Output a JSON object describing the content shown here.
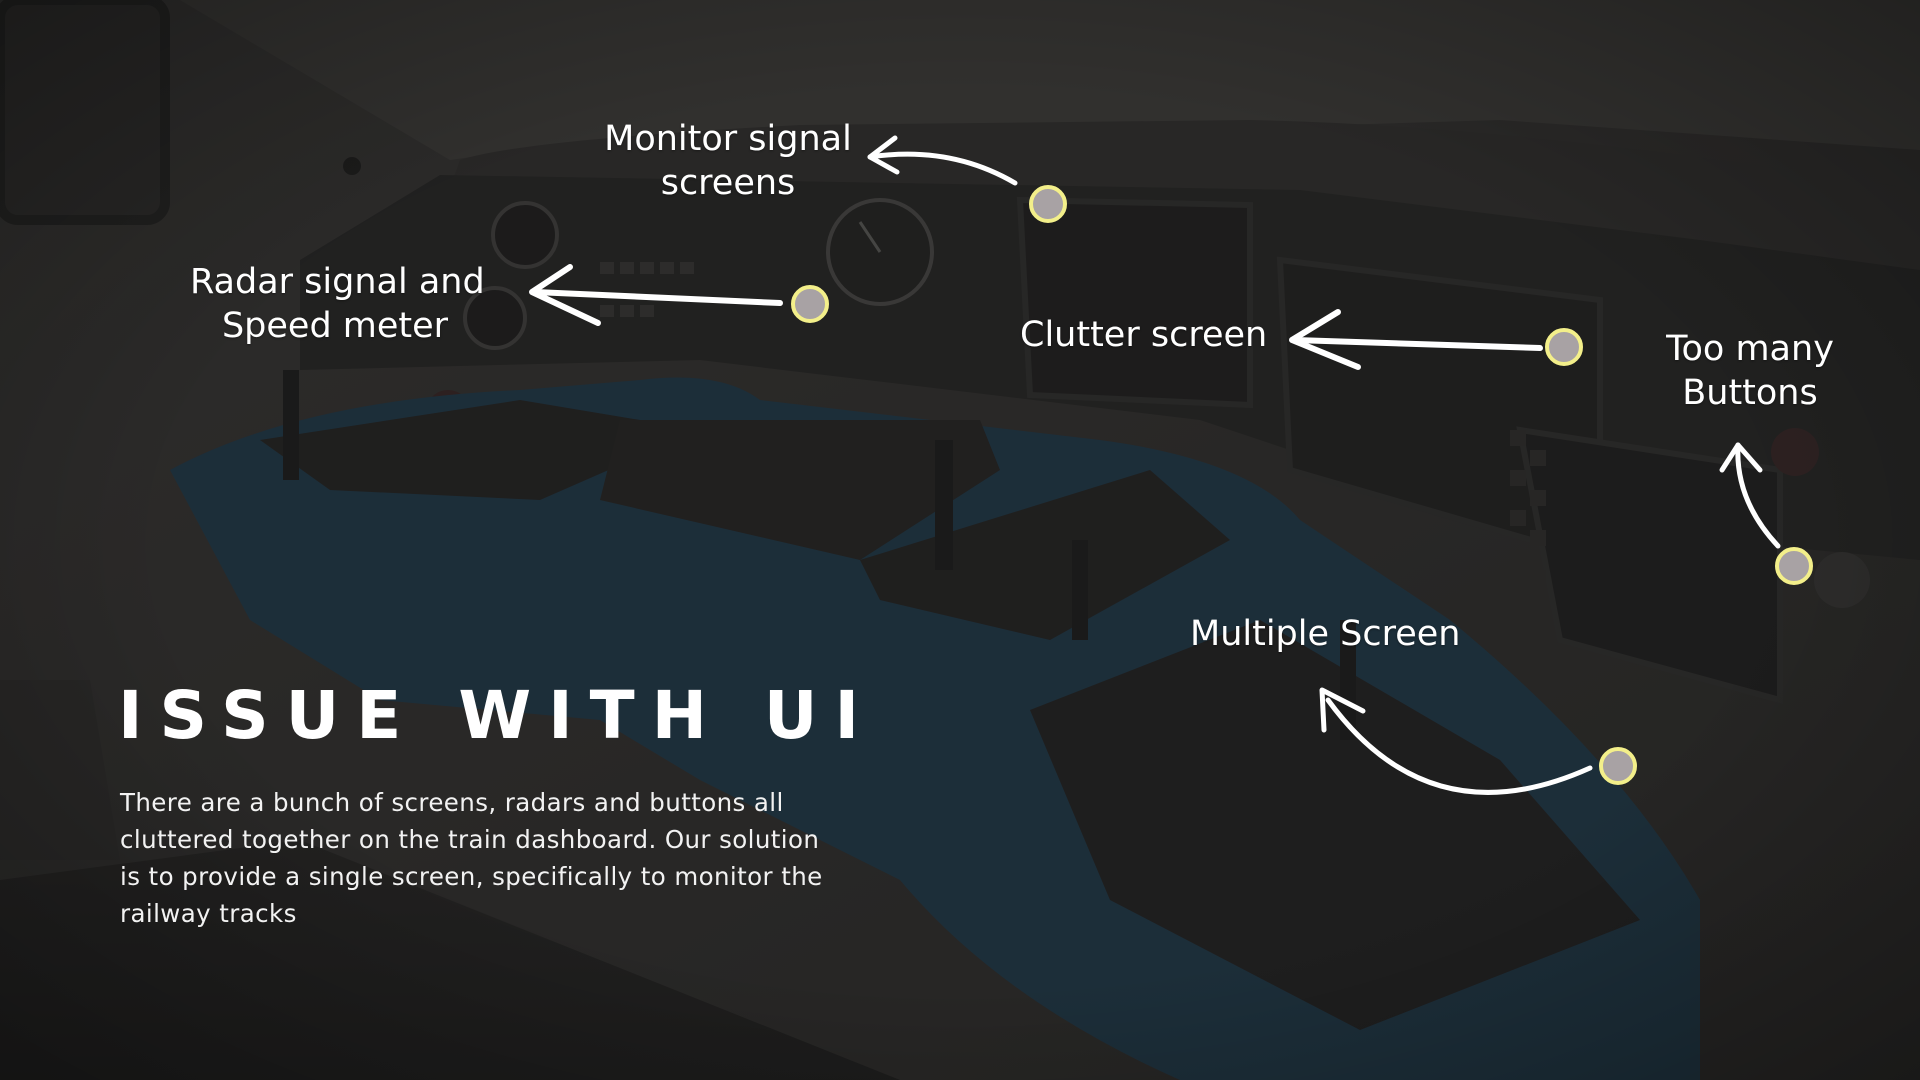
{
  "callouts": {
    "monitor_signal": [
      "Monitor signal",
      "screens"
    ],
    "radar_speed": [
      "Radar signal and",
      "Speed meter"
    ],
    "clutter": "Clutter screen",
    "too_many_buttons": [
      "Too many",
      "Buttons"
    ],
    "multiple_screen": "Multiple Screen"
  },
  "heading": "ISSUE WITH UI",
  "description": "There are a bunch of screens, radars and buttons all cluttered together on the train dashboard. Our solution is to provide a single screen, specifically to monitor the railway tracks",
  "colors": {
    "marker_fill": "#a8a2a4",
    "marker_ring": "#f3ef8a",
    "arrow": "#ffffff",
    "dashboard_blue": "#1f4c6b",
    "overlay": "#1c1c1c"
  }
}
